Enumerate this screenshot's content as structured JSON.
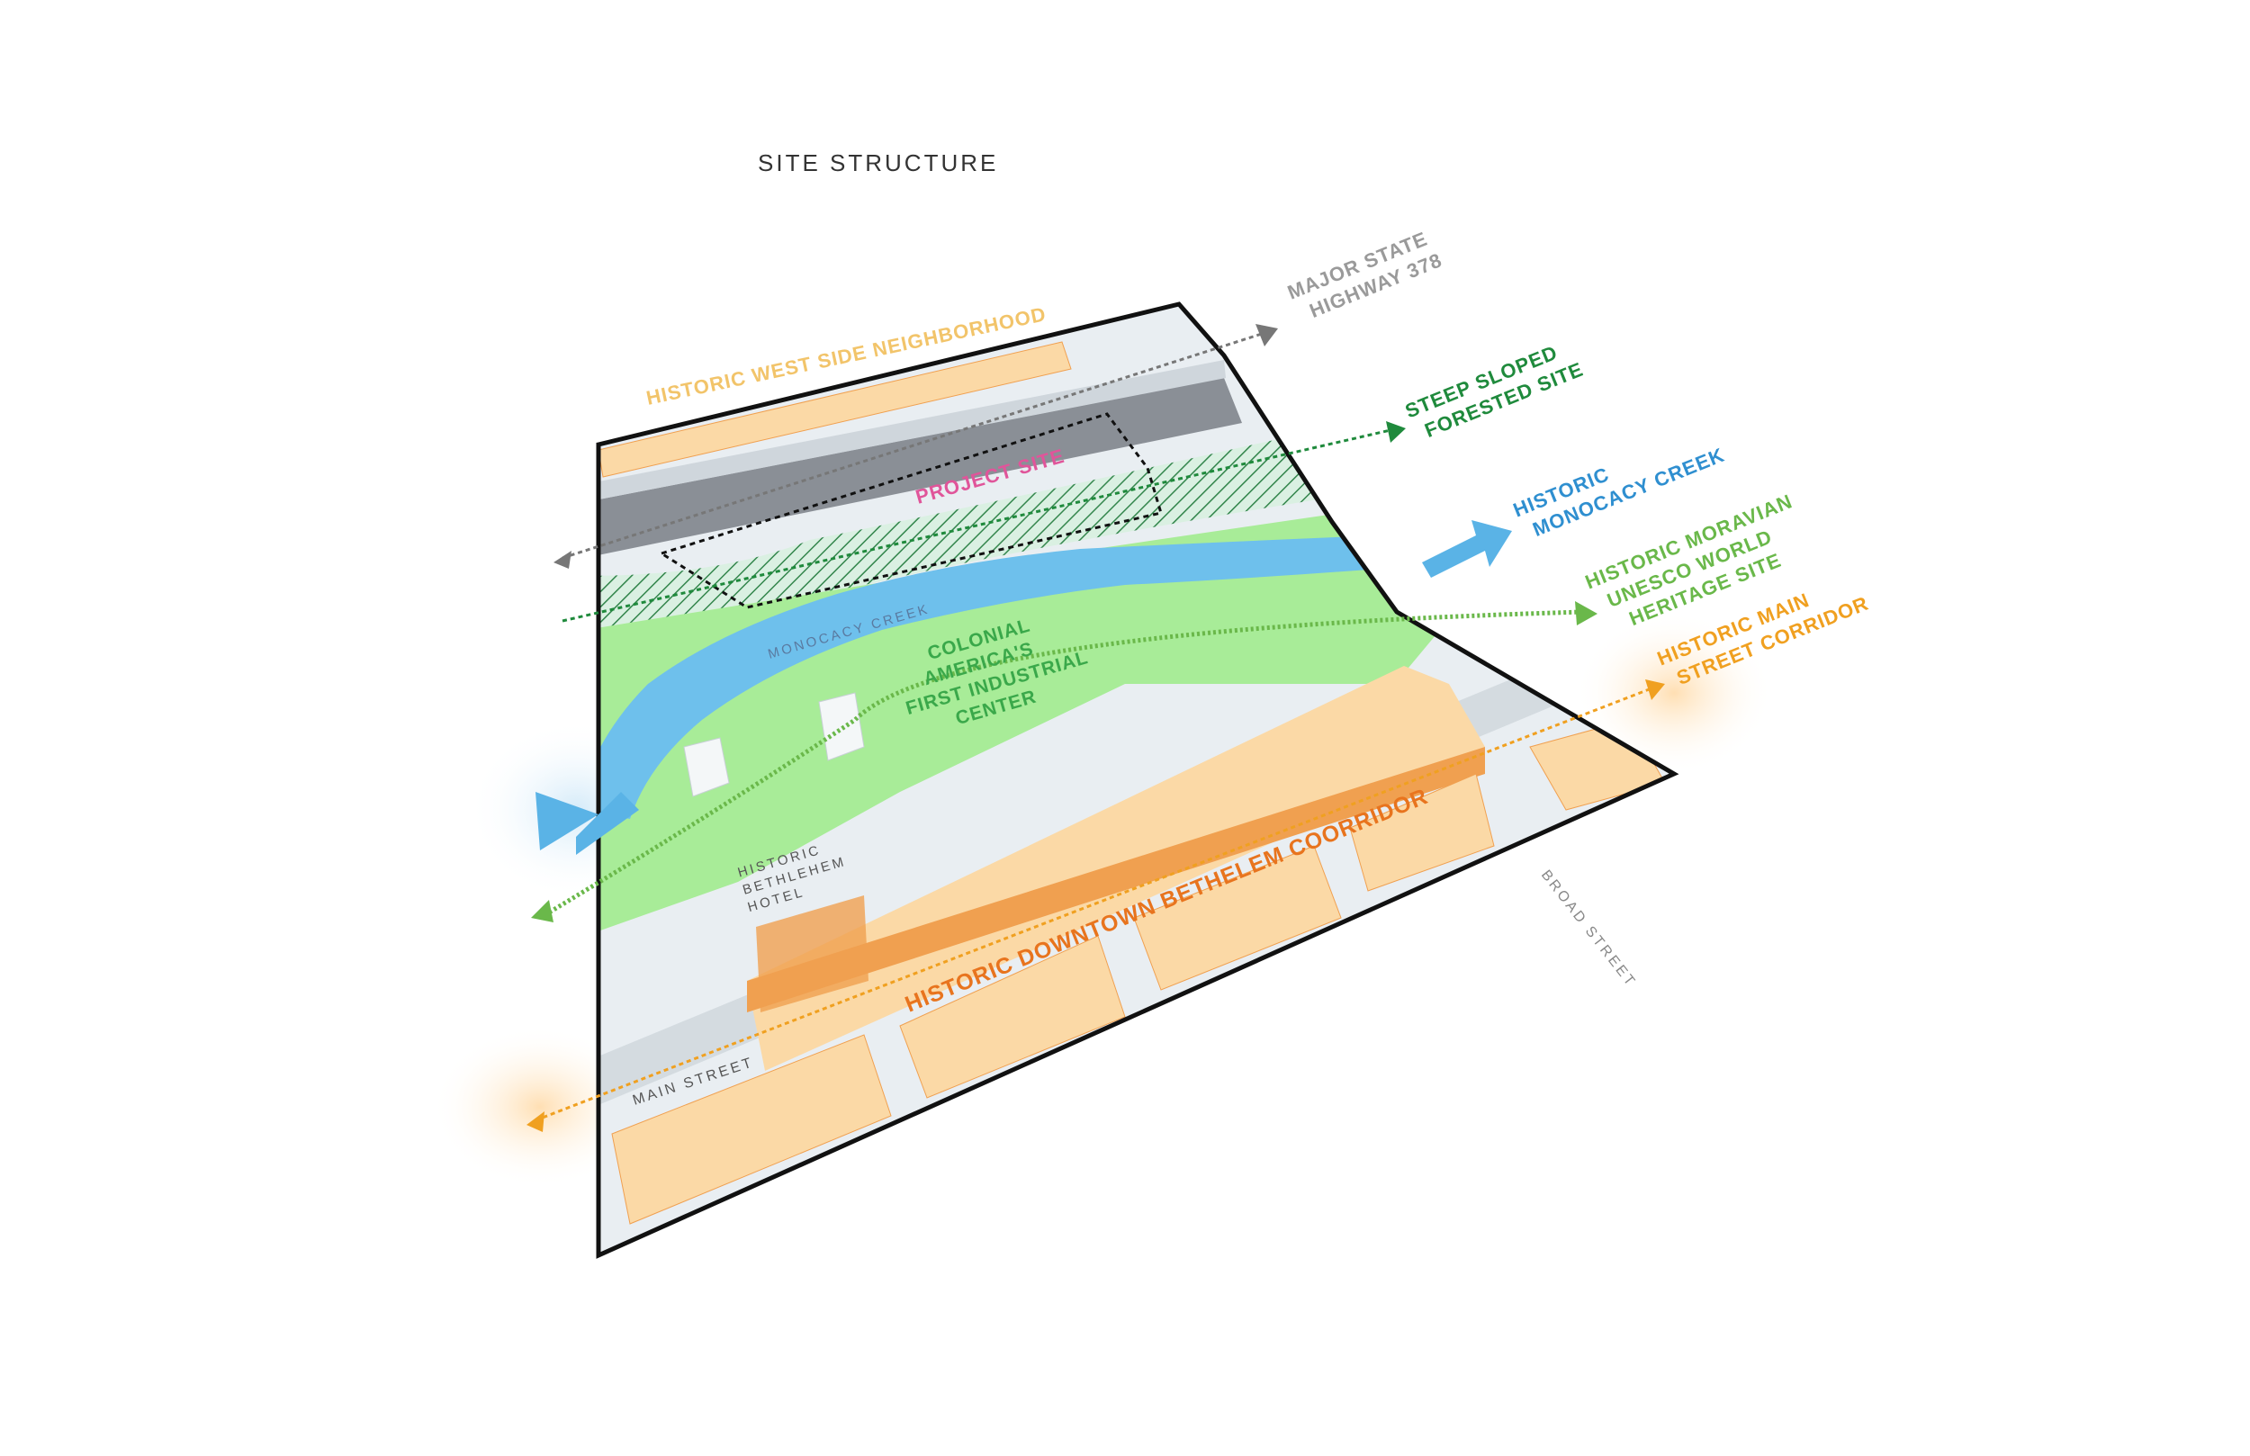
{
  "title": "SITE STRUCTURE",
  "labels": {
    "west_side": "HISTORIC WEST SIDE NEIGHBORHOOD",
    "highway_1": "MAJOR STATE",
    "highway_2": "HIGHWAY 378",
    "steep_1": "STEEP SLOPED",
    "steep_2": "FORESTED SITE",
    "creek_1": "HISTORIC",
    "creek_2": "MONOCACY CREEK",
    "moravian_1": "HISTORIC MORAVIAN",
    "moravian_2": "UNESCO WORLD",
    "moravian_3": "HERITAGE SITE",
    "main_corr_1": "HISTORIC MAIN",
    "main_corr_2": "STREET CORRIDOR",
    "project_site": "PROJECT SITE",
    "monocacy_creek": "MONOCACY CREEK",
    "colonial_1": "COLONIAL",
    "colonial_2": "AMERICA'S",
    "colonial_3": "FIRST INDUSTRIAL",
    "colonial_4": "CENTER",
    "hotel_1": "HISTORIC",
    "hotel_2": "BETHLEHEM",
    "hotel_3": "HOTEL",
    "downtown": "HISTORIC DOWNTOWN BETHELEM COORRIDOR",
    "main_street": "MAIN STREET",
    "broad_street": "BROAD STREET"
  },
  "colors": {
    "west_side": "#f2c46a",
    "highway": "#9a9a9a",
    "steep": "#1f8a3c",
    "creek": "#2f8fd0",
    "moravian": "#6ab84a",
    "main_corr": "#f0a020",
    "project": "#e0559a",
    "colonial": "#3aa84a",
    "downtown": "#e8741e",
    "building": "#fbd9a6",
    "building_edge": "#f0a050",
    "grass": "#a8ec98",
    "water": "#6ec0ec"
  }
}
